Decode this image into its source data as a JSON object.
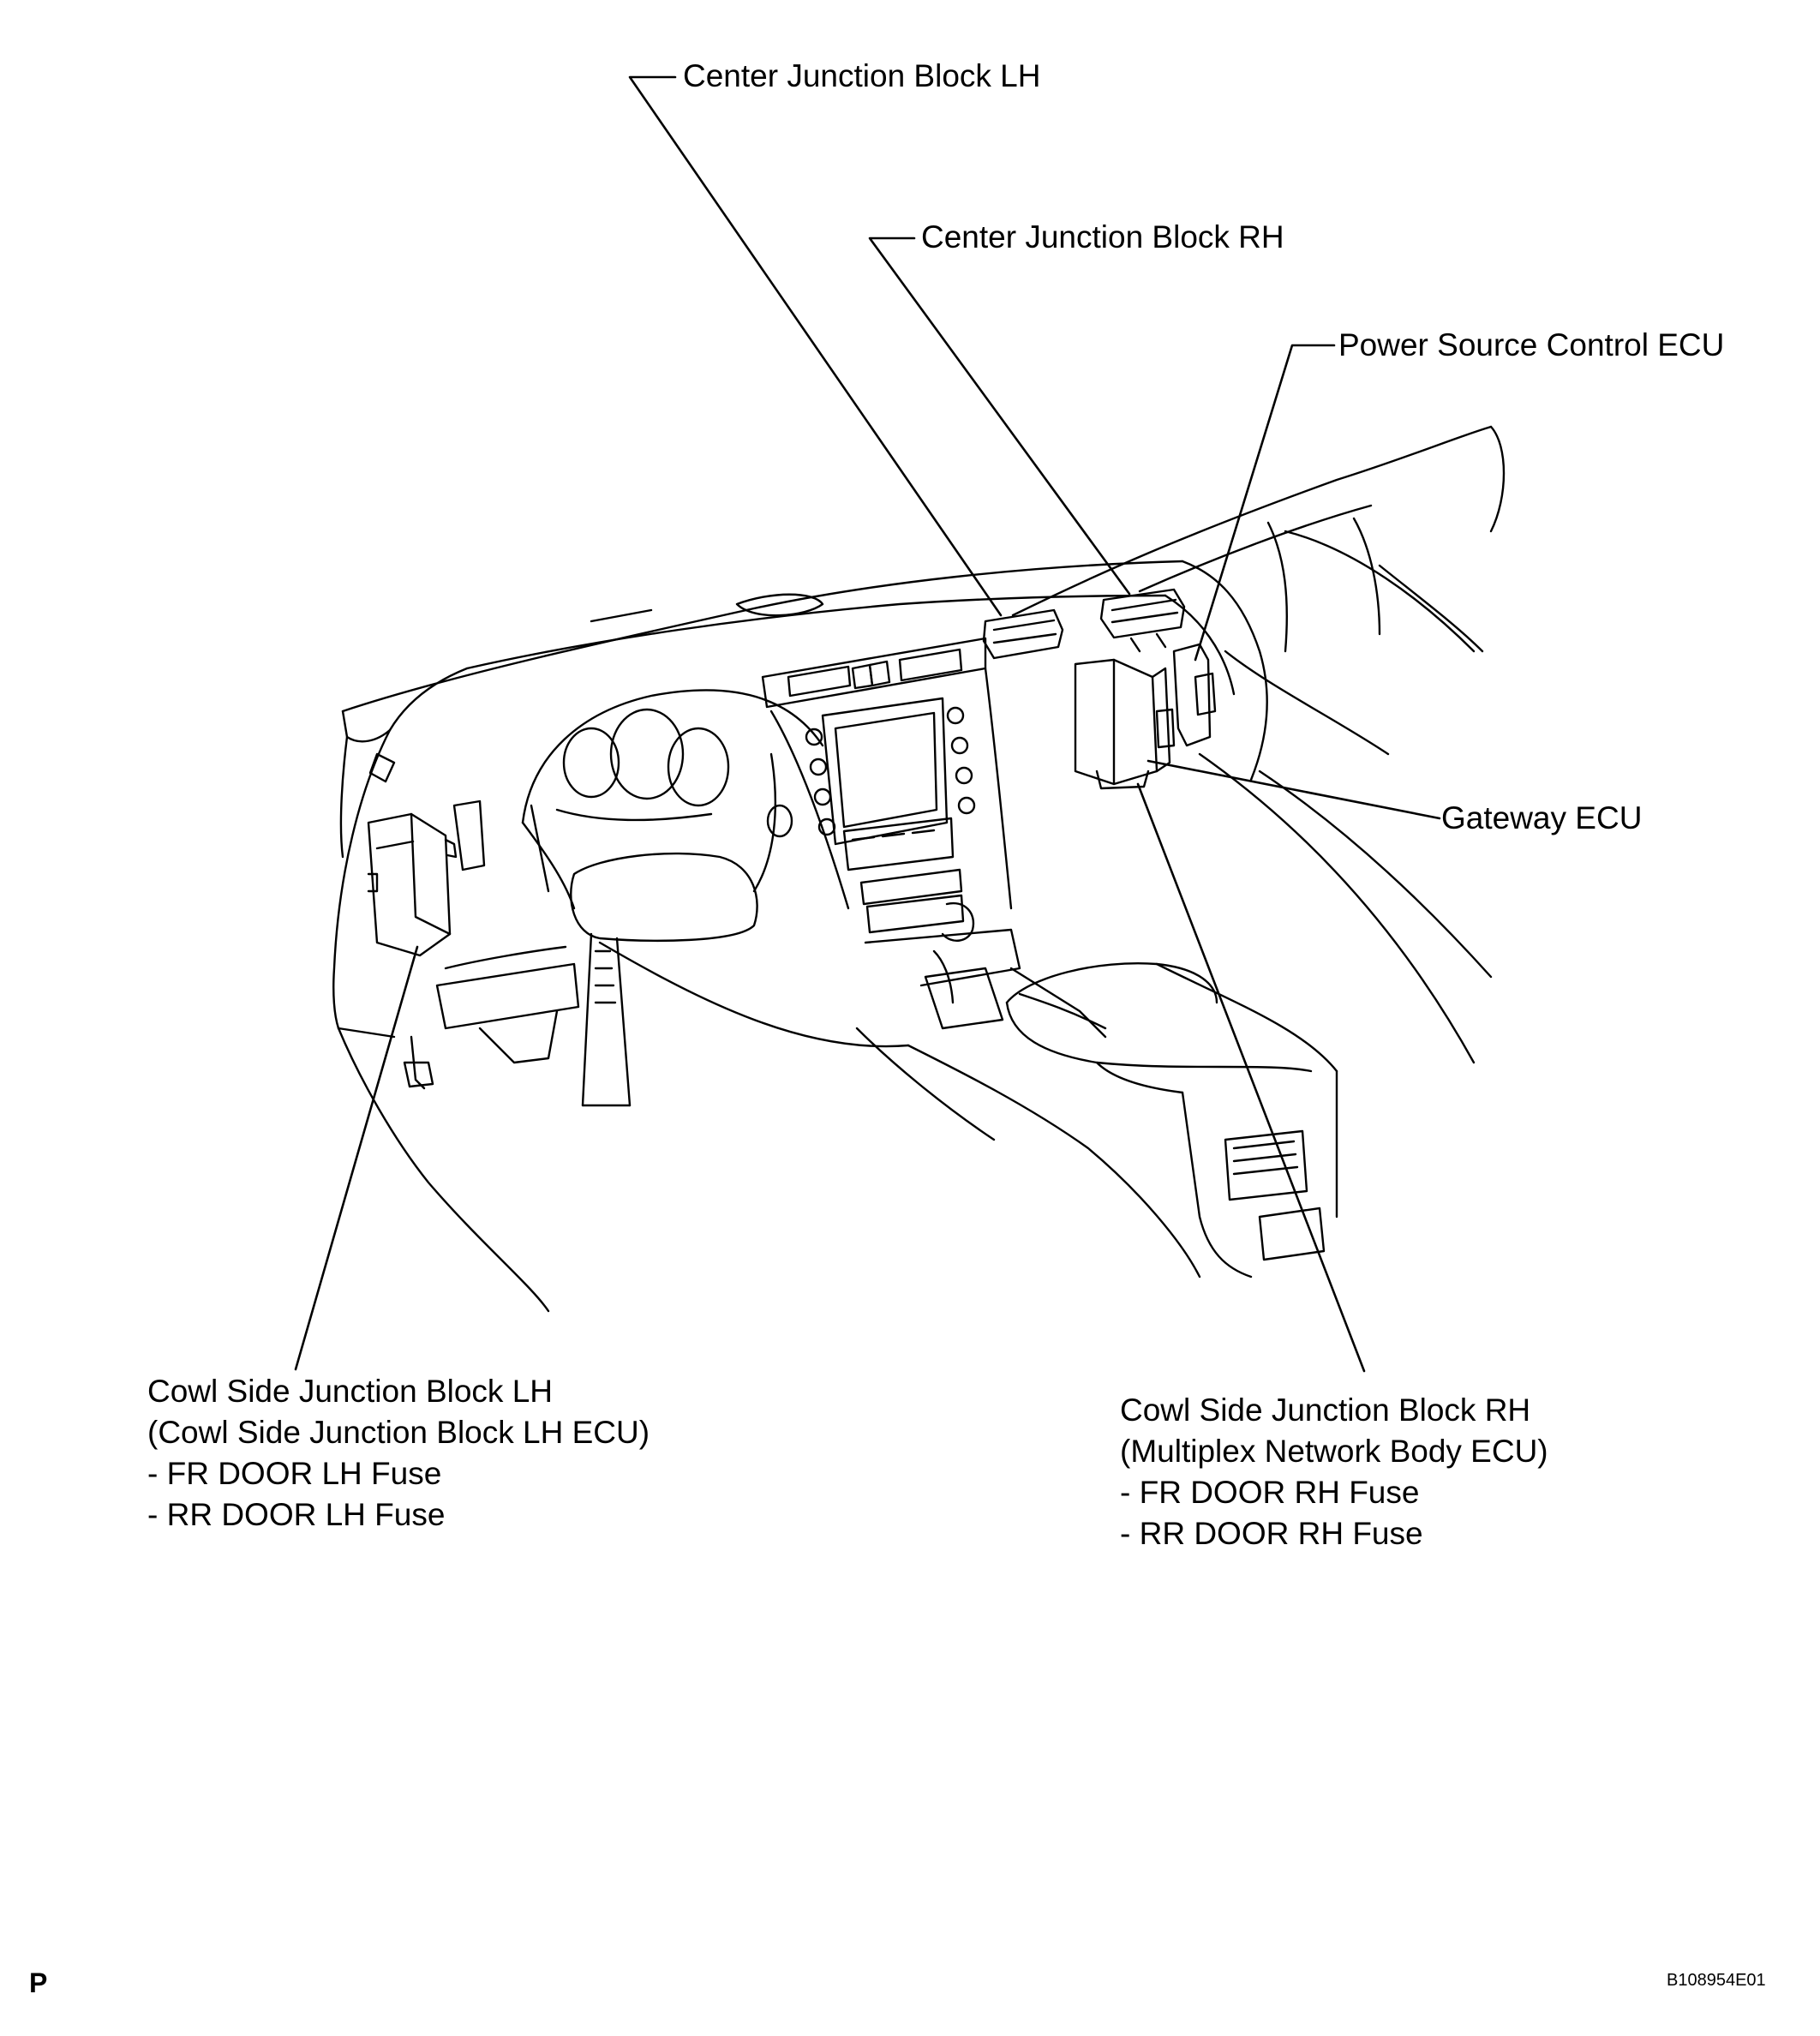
{
  "labels": {
    "center_jb_lh": "Center Junction Block LH",
    "center_jb_rh": "Center Junction Block RH",
    "power_source_ecu": "Power Source Control ECU",
    "gateway_ecu": "Gateway ECU"
  },
  "cowl_lh": {
    "line1": "Cowl Side Junction Block LH",
    "line2": "(Cowl Side Junction Block LH ECU)",
    "line3": "- FR DOOR LH Fuse",
    "line4": "- RR DOOR LH Fuse"
  },
  "cowl_rh": {
    "line1": "Cowl Side Junction Block RH",
    "line2": "(Multiplex Network Body ECU)",
    "line3": "- FR DOOR RH Fuse",
    "line4": "- RR DOOR RH Fuse"
  },
  "footer": {
    "page_letter": "P",
    "figure_code": "B108954E01"
  }
}
